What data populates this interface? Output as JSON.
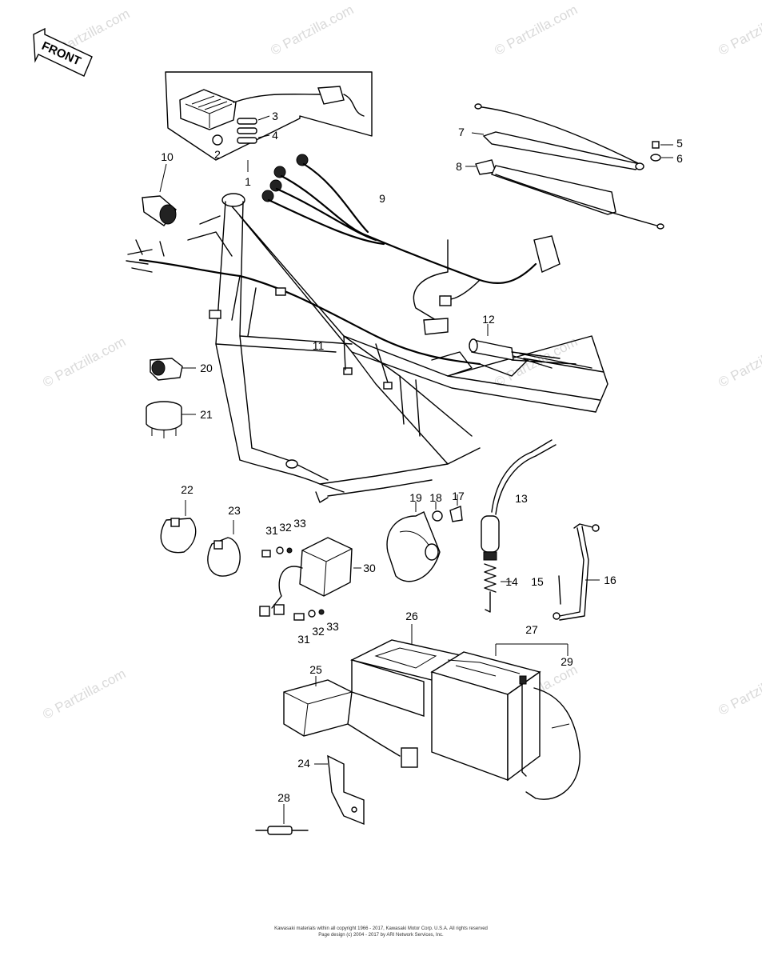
{
  "front_label": "FRONT",
  "watermark": "© Partzilla.com",
  "callouts": {
    "c1": "1",
    "c2": "2",
    "c3": "3",
    "c4": "4",
    "c5": "5",
    "c6": "6",
    "c7": "7",
    "c8": "8",
    "c9": "9",
    "c10": "10",
    "c11": "11",
    "c12": "12",
    "c13": "13",
    "c14": "14",
    "c15": "15",
    "c16": "16",
    "c17": "17",
    "c18": "18",
    "c19": "19",
    "c20": "20",
    "c21": "21",
    "c22": "22",
    "c23": "23",
    "c24": "24",
    "c25": "25",
    "c26": "26",
    "c27": "27",
    "c28": "28",
    "c29": "29",
    "c30": "30",
    "c31a": "31",
    "c32a": "32",
    "c33a": "33",
    "c31b": "31",
    "c32b": "32",
    "c33b": "33"
  },
  "footer": {
    "line1": "Kawasaki materials within all copyright 1966 - 2017, Kawasaki Motor Corp. U.S.A.  All rights reserved",
    "line2": "Page design (c) 2004 - 2017 by ARI Network Services, Inc."
  }
}
